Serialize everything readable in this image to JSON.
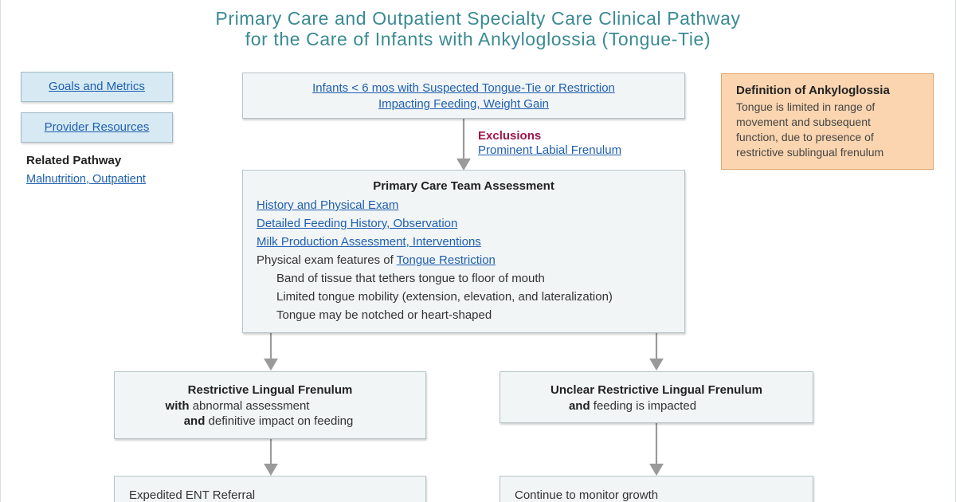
{
  "title": {
    "line1": "Primary Care and Outpatient Specialty Care Clinical Pathway",
    "line2": "for the Care of Infants with Ankyloglossia (Tongue-Tie)"
  },
  "sidebar": {
    "goals_label": "Goals and Metrics",
    "provider_label": "Provider Resources",
    "related_heading": "Related Pathway",
    "related_link": "Malnutrition, Outpatient"
  },
  "definition": {
    "heading": "Definition of Ankyloglossia",
    "lines": [
      "Tongue is limited in range of",
      "movement and subsequent",
      "function, due to presence of",
      "restrictive sublingual frenulum"
    ]
  },
  "start": {
    "line1": "Infants < 6 mos with Suspected Tongue-Tie or Restriction",
    "line2": "Impacting Feeding, Weight Gain"
  },
  "exclusions": {
    "label": "Exclusions",
    "link": "Prominent Labial Frenulum"
  },
  "assessment": {
    "title": "Primary Care Team Assessment",
    "link1": "History and Physical Exam",
    "link2": "Detailed Feeding History, Observation",
    "link3": "Milk Production Assessment, Interventions",
    "features_prefix": "Physical exam features of ",
    "features_link": "Tongue Restriction",
    "features": [
      "Band of tissue that tethers tongue to floor of mouth",
      "Limited tongue mobility (extension, elevation, and lateralization)",
      "Tongue may be notched or heart-shaped"
    ]
  },
  "left_branch": {
    "title": "Restrictive Lingual Frenulum",
    "with_word": "with",
    "with_text": " abnormal assessment",
    "and_word": "and",
    "and_text": " definitive impact on feeding",
    "next": "Expedited ENT Referral"
  },
  "right_branch": {
    "title": "Unclear Restrictive Lingual Frenulum",
    "and_word": "and",
    "and_text": " feeding is impacted",
    "next": "Continue to monitor growth"
  },
  "colors": {
    "title": "#3a8a93",
    "link": "#1f5fb0",
    "exclusions": "#a0154a",
    "definition_bg": "#fad5b0",
    "nav_bg": "#d7eaf3",
    "box_bg": "#f1f5f6"
  }
}
